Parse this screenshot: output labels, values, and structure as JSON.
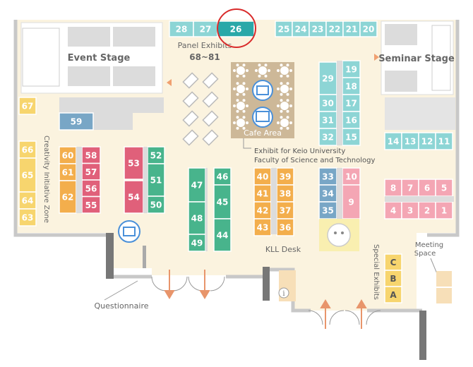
{
  "labels": {
    "event_stage": "Event Stage",
    "seminar_stage": "Seminar Stage",
    "panel_exhibits": "Panel Exhibits",
    "panel_range": "68~81",
    "cafe_area": "Cafe Area",
    "keio_line1": "Exhibit for Keio University",
    "keio_line2": "Faculty of Science and Technology",
    "kll_desk": "KLL Desk",
    "questionnaire": "Questionnaire",
    "special_exhibits": "Special Exhibits",
    "meeting_line1": "Meeting",
    "meeting_line2": "Space",
    "creativity_zone": "Creativity Initiative Zone"
  },
  "colors": {
    "teal": "#8dd5d5",
    "teal_dark": "#2aa8a8",
    "green": "#48b48c",
    "pink": "#e0607a",
    "pink_light": "#f4a6b4",
    "orange": "#f3ae4c",
    "yellow": "#f7d56e",
    "blue": "#78a6c6",
    "floor": "#fbf3df",
    "wall": "#c8c8c8",
    "highlight": "#d92b2b"
  },
  "booths": {
    "top_row_left": [
      "28",
      "27",
      "26"
    ],
    "top_row_right": [
      "25",
      "24",
      "23",
      "22",
      "21",
      "20"
    ],
    "col_29": [
      "29",
      "30",
      "31",
      "32"
    ],
    "col_19": [
      "19",
      "18",
      "17",
      "16",
      "15"
    ],
    "row_14": [
      "14",
      "13",
      "12",
      "11"
    ],
    "row_8": [
      "8",
      "7",
      "6",
      "5"
    ],
    "row_4": [
      "4",
      "3",
      "2",
      "1"
    ],
    "col_33": [
      "33",
      "34",
      "35"
    ],
    "col_10": [
      "10",
      "9"
    ],
    "col_40": [
      "40",
      "41",
      "42",
      "43"
    ],
    "col_39": [
      "39",
      "38",
      "37",
      "36"
    ],
    "col_47": [
      "47",
      "48",
      "49"
    ],
    "col_46": [
      "46",
      "45",
      "44"
    ],
    "col_53": [
      "53",
      "54"
    ],
    "col_52": [
      "52",
      "51",
      "50"
    ],
    "col_60": [
      "60",
      "61",
      "62"
    ],
    "col_58": [
      "58",
      "57",
      "56",
      "55"
    ],
    "col_66": [
      "66",
      "65",
      "64",
      "63"
    ],
    "b67": "67",
    "b59": "59",
    "special": [
      "C",
      "B",
      "A"
    ]
  },
  "highlight_booth": "26"
}
